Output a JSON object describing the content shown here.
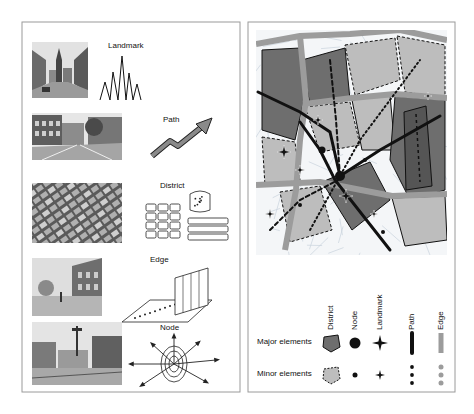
{
  "diagram": {
    "labels": [
      "Landmark",
      "Path",
      "District",
      "Edge",
      "Node",
      "District",
      "Node",
      "Landmark",
      "Path",
      "Edge"
    ],
    "legend": [
      {
        "text": "Major elements"
      },
      {
        "text": "Minor elements"
      }
    ]
  }
}
